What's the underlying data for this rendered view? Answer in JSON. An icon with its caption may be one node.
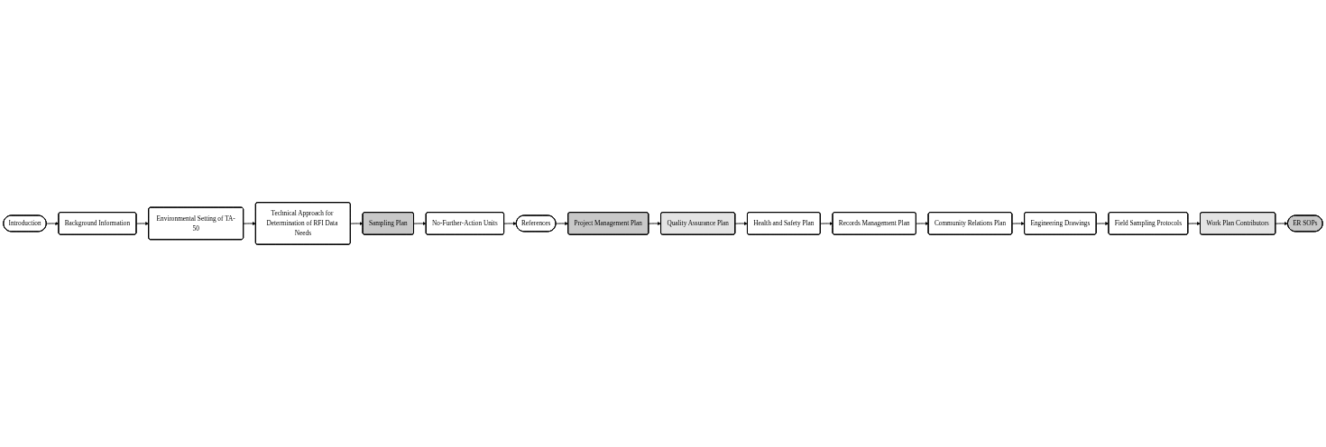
{
  "diagram": {
    "nodes": [
      {
        "text": [
          "Introduction"
        ]
      },
      {
        "text": [
          "Background Information"
        ]
      },
      {
        "text": [
          "Environmental Setting of TA-50"
        ]
      },
      {
        "text": [
          "Technical Approach for Determination of RFI Data Needs"
        ]
      },
      {
        "text": [
          "Sampling Plan"
        ]
      },
      {
        "text": [
          "No-Further-Action Units"
        ]
      },
      {
        "text": [
          "References"
        ]
      },
      {
        "text": [
          "Project Management Plan"
        ]
      },
      {
        "text": [
          "Quality Assurance Plan"
        ]
      },
      {
        "text": [
          "Health and Safety Plan"
        ]
      },
      {
        "text": [
          "Records Management Plan"
        ]
      },
      {
        "text": [
          "Community Relations Plan"
        ]
      },
      {
        "text": [
          "Engineering Drawings"
        ]
      },
      {
        "text": [
          "Field Sampling Protocols"
        ]
      },
      {
        "text": [
          "Work Plan Contributors"
        ]
      },
      {
        "text": [
          "ER SOPs"
        ]
      }
    ],
    "edges": [
      {
        "from": 0,
        "to": 1,
        "arrow": "to"
      },
      {
        "from": 1,
        "to": 2,
        "arrow": "to"
      },
      {
        "from": 2,
        "to": 3,
        "arrow": "to"
      },
      {
        "from": 3,
        "to": 4,
        "arrow": "to"
      },
      {
        "from": 4,
        "to": 5,
        "arrow": "to"
      },
      {
        "from": 5,
        "to": 6,
        "arrow": "to"
      },
      {
        "from": 6,
        "to": 7,
        "arrow": "to"
      },
      {
        "from": 7,
        "to": 8,
        "arrow": "to"
      },
      {
        "from": 8,
        "to": 9,
        "arrow": "to"
      },
      {
        "from": 9,
        "to": 10,
        "arrow": "to"
      },
      {
        "from": 10,
        "to": 11,
        "arrow": "to"
      },
      {
        "from": 11,
        "to": 12,
        "arrow": "to"
      },
      {
        "from": 12,
        "to": 13,
        "arrow": "to"
      },
      {
        "from": 13,
        "to": 14,
        "arrow": "to"
      },
      {
        "from": 14,
        "to": 15,
        "arrow": "to"
      }
    ]
  }
}
